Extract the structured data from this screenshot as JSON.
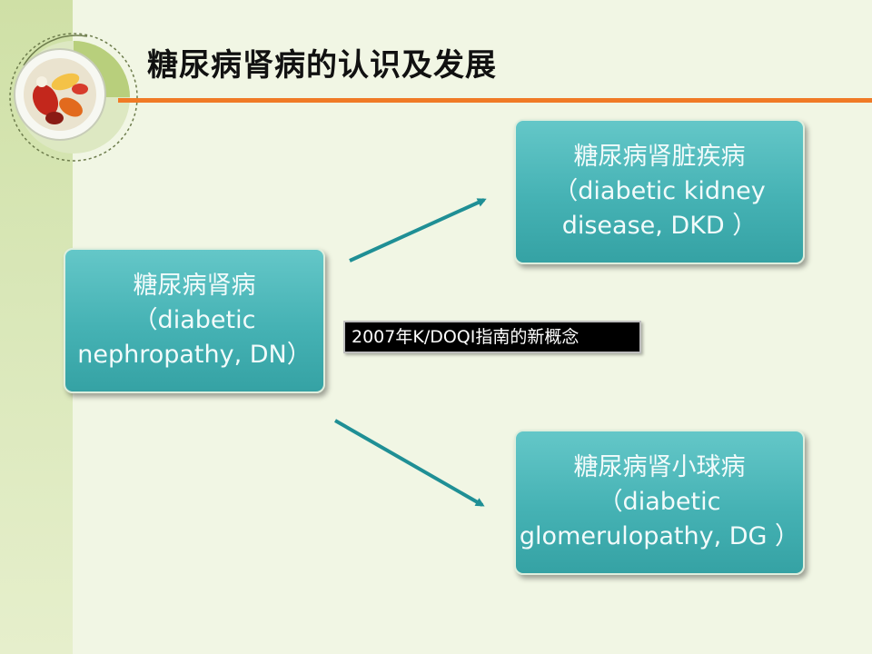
{
  "title": "糖尿病肾病的认识及发展",
  "nodes": {
    "dn": {
      "line1": "糖尿病肾病",
      "line2": "（diabetic",
      "line3": "nephropathy, DN）"
    },
    "dkd": {
      "line1": "糖尿病肾脏疾病",
      "line2": "（diabetic kidney",
      "line3": "disease, DKD ）"
    },
    "dg": {
      "line1": "糖尿病肾小球病",
      "line2": "（diabetic",
      "line3": "glomerulopathy, DG ）"
    }
  },
  "note": "2007年K/DOQI指南的新概念",
  "colors": {
    "node_fill": "#45b2b4",
    "arrow": "#1f8f95",
    "title_rule": "#f07a26",
    "background": "#f1f6e4",
    "left_band": "#cfe0a6"
  },
  "icons": {
    "logo": "pills-bowl-icon"
  }
}
